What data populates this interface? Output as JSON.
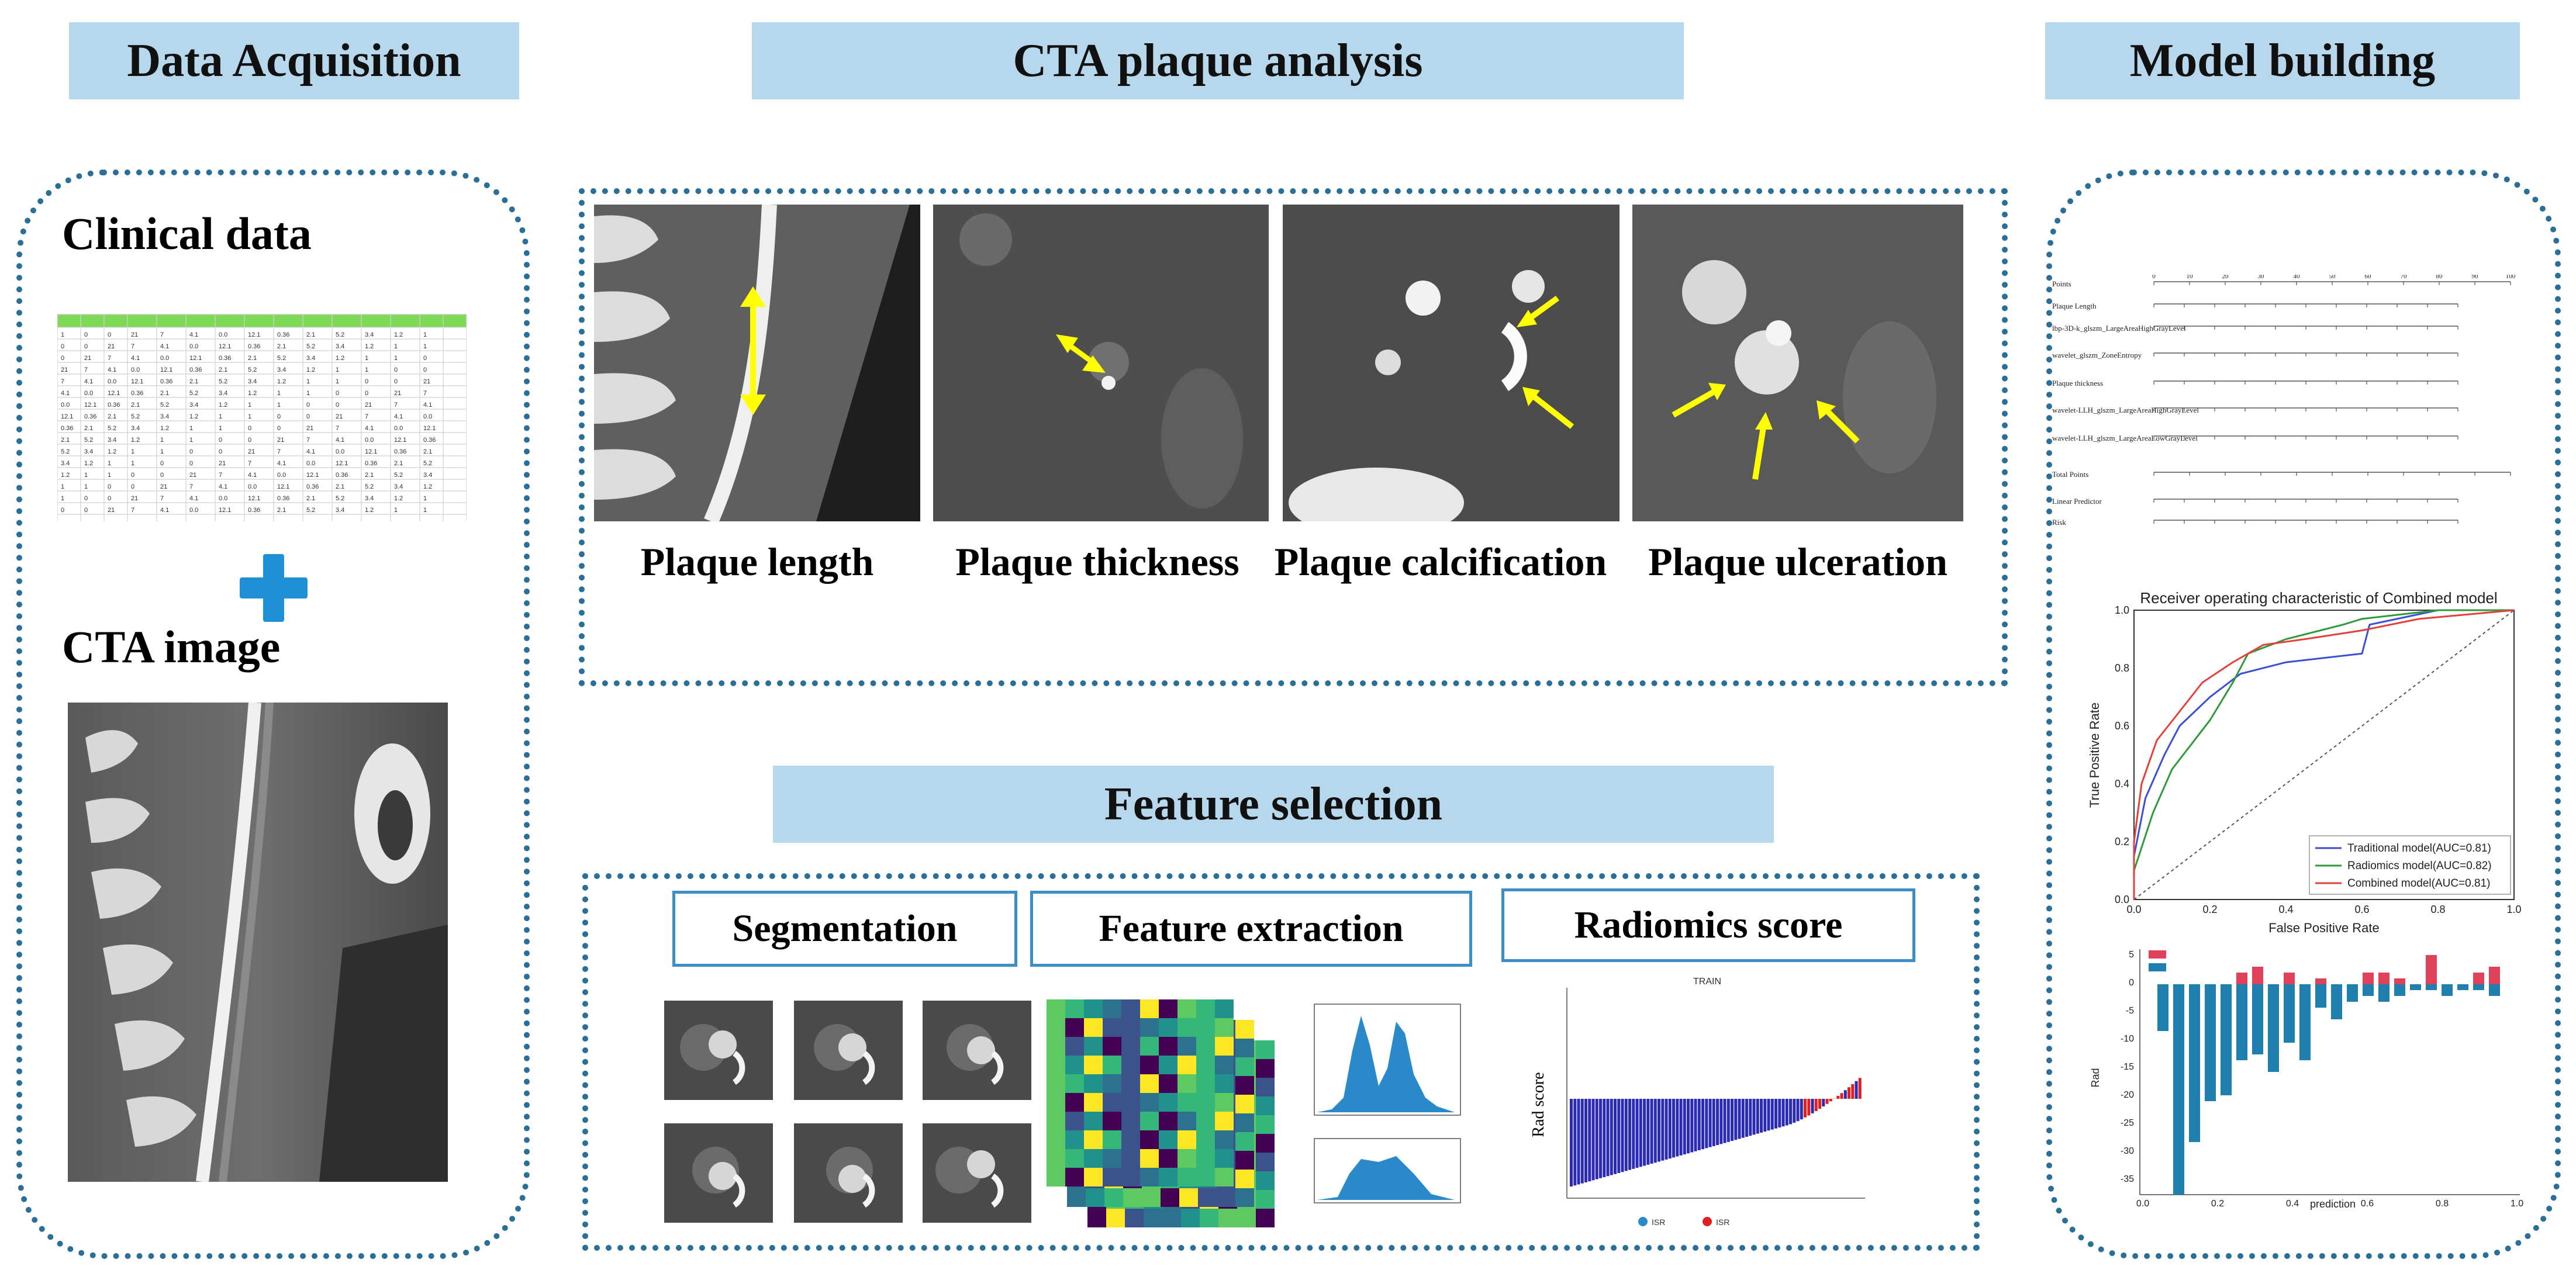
{
  "headers": {
    "data_acquisition": "Data Acquisition",
    "cta_plaque_analysis": "CTA plaque analysis",
    "model_building": "Model building",
    "feature_selection": "Feature selection"
  },
  "left_panel": {
    "clinical_data": "Clinical data",
    "cta_image": "CTA image"
  },
  "plaque_captions": [
    "Plaque length",
    "Plaque thickness",
    "Plaque calcification",
    "Plaque ulceration"
  ],
  "feature_boxes": {
    "segmentation": "Segmentation",
    "feature_extraction": "Feature extraction",
    "radiomics_score": "Radiomics score"
  },
  "radscore_chart": {
    "ylabel": "Rad score"
  },
  "roc_chart": {
    "title": "Receiver operating characteristic of Combined model",
    "xlabel": "False Positive Rate",
    "ylabel": "True Positive Rate",
    "legend": [
      {
        "name": "Traditional model(AUC=0.81)",
        "color": "#3b4fd6"
      },
      {
        "name": "Radiomics model(AUC=0.82)",
        "color": "#2e9a3a"
      },
      {
        "name": "Combined model(AUC=0.81)",
        "color": "#e0413a"
      }
    ],
    "x_ticks": [
      "0.0",
      "0.2",
      "0.4",
      "0.6",
      "0.8",
      "1.0"
    ],
    "y_ticks": [
      "0.0",
      "0.2",
      "0.4",
      "0.6",
      "0.8",
      "1.0"
    ]
  },
  "waterfall_chart": {
    "xlabel": "prediction",
    "ylabel": "Rad",
    "x_ticks": [
      "0.0",
      "0.2",
      "0.4",
      "0.6",
      "0.8",
      "1.0"
    ],
    "y_ticks": [
      "5",
      "0",
      "-5",
      "-10",
      "-15",
      "-20",
      "-25",
      "-30",
      "-35"
    ]
  },
  "nomogram": {
    "rows": [
      "Points",
      "Plaque Length",
      "lbp-3D-k_glszm_LargeAreaHighGrayLevel",
      "wavelet_glszm_ZoneEntropy",
      "Plaque thickness",
      "wavelet-LLH_glszm_LargeAreaHighGrayLevel",
      "wavelet-LLH_glszm_LargeAreaLowGrayLevel",
      "Total Points",
      "Linear Predictor",
      "Risk"
    ],
    "points_ticks": [
      "0",
      "10",
      "20",
      "30",
      "40",
      "50",
      "60",
      "70",
      "80",
      "90",
      "100"
    ]
  },
  "colors": {
    "header_bg": "#b6d7ec",
    "dotted_border": "#2a6f97",
    "plus": "#1f8fd6",
    "arrow": "#ffff00"
  }
}
